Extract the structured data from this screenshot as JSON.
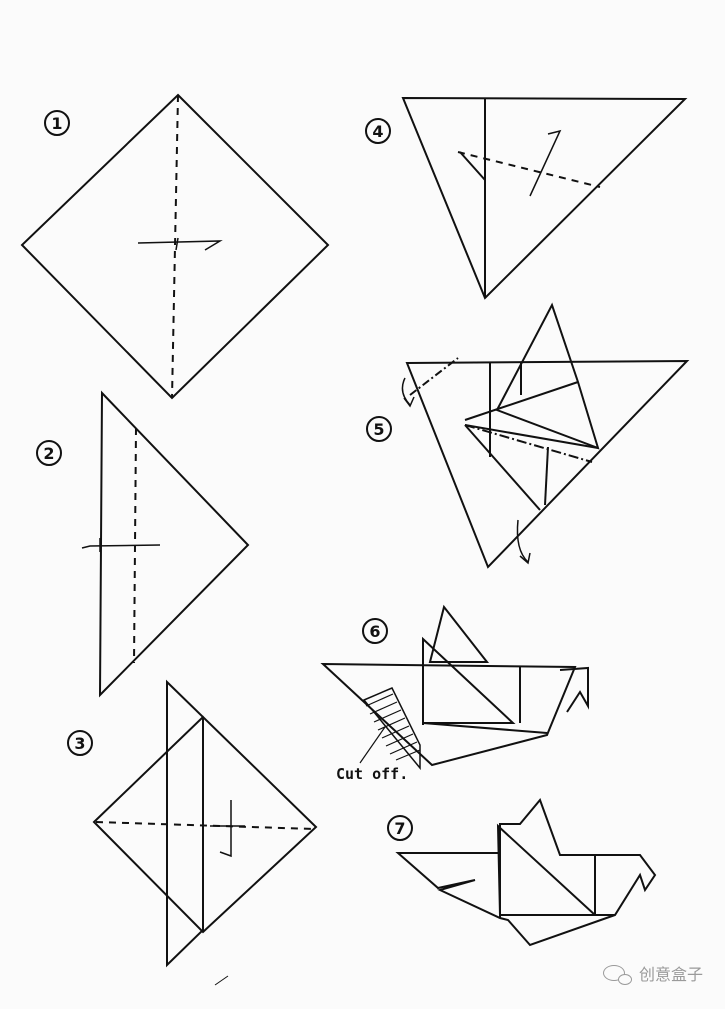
{
  "steps": [
    {
      "number": "1"
    },
    {
      "number": "2"
    },
    {
      "number": "3"
    },
    {
      "number": "4"
    },
    {
      "number": "5"
    },
    {
      "number": "6"
    },
    {
      "number": "7"
    }
  ],
  "annotations": {
    "cut_off": "Cut off."
  },
  "watermark": {
    "text": "创意盒子",
    "icon": "wechat-icon"
  },
  "colors": {
    "line": "#111111",
    "background": "#fbfbfb",
    "watermark": "#9a9a9a"
  }
}
